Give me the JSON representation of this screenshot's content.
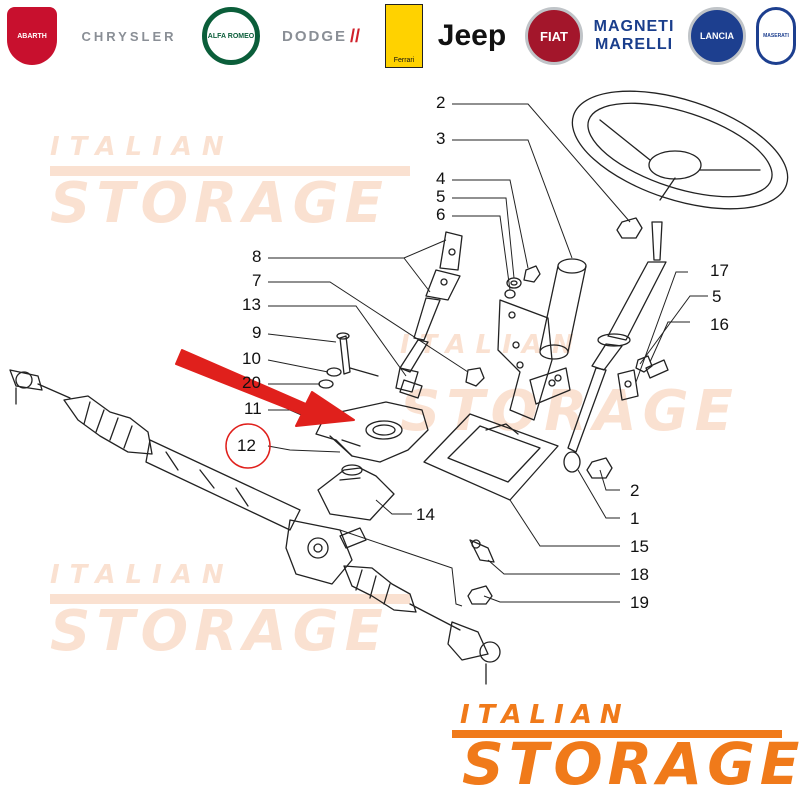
{
  "logos": [
    {
      "name": "abarth",
      "text": "ABARTH",
      "color": "#c8102e"
    },
    {
      "name": "chrysler",
      "text": "CHRYSLER",
      "color": "#9aa0a6"
    },
    {
      "name": "alfa-romeo",
      "text": "ALFA ROMEO",
      "color": "#0b5e3a"
    },
    {
      "name": "dodge",
      "text": "DODGE",
      "color": "#9aa0a6"
    },
    {
      "name": "ferrari",
      "text": "Ferrari",
      "color": "#ffd200"
    },
    {
      "name": "jeep",
      "text": "Jeep",
      "color": "#111111"
    },
    {
      "name": "fiat",
      "text": "FIAT",
      "color": "#a3162b"
    },
    {
      "name": "magneti-marelli",
      "text": "MAGNETI MARELLI",
      "color": "#1a3e8c"
    },
    {
      "name": "lancia",
      "text": "LANCIA",
      "color": "#1d3f8f"
    },
    {
      "name": "maserati",
      "text": "MASERATI",
      "color": "#1d3f8f"
    }
  ],
  "watermark": {
    "line1": "ITALIAN",
    "line2": "STORAGE",
    "color": "#f6c9ad"
  },
  "brand": {
    "line1": "ITALIAN",
    "line2": "STORAGE",
    "color": "#f07a1a"
  },
  "callouts": {
    "c2_top": "2",
    "c3": "3",
    "c4": "4",
    "c5_left": "5",
    "c6": "6",
    "c8": "8",
    "c7": "7",
    "c13": "13",
    "c9": "9",
    "c10": "10",
    "c20": "20",
    "c11": "11",
    "c12": "12",
    "c14": "14",
    "c17": "17",
    "c5_right": "5",
    "c16": "16",
    "c2_bottom": "2",
    "c1": "1",
    "c15": "15",
    "c18": "18",
    "c19": "19"
  },
  "highlight": {
    "part": "12",
    "arrow_color": "#e0201c"
  }
}
